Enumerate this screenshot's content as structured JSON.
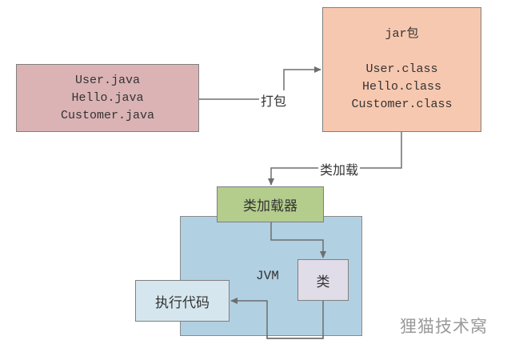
{
  "diagram": {
    "source_box": {
      "lines": [
        "User.java",
        "Hello.java",
        "Customer.java"
      ]
    },
    "jar_box": {
      "title": "jar包",
      "lines": [
        "User.class",
        "Hello.class",
        "Customer.class"
      ]
    },
    "class_loader_box": {
      "label": "类加载器"
    },
    "jvm_box": {
      "label": "JVM"
    },
    "class_box": {
      "label": "类"
    },
    "execute_box": {
      "label": "执行代码"
    },
    "edges": {
      "package_label": "打包",
      "load_label": "类加载"
    },
    "colors": {
      "source": "#dbb3b5",
      "jar": "#f7c8b0",
      "class_loader": "#b4cc8c",
      "jvm": "#b1d0e2",
      "class": "#e0dce8",
      "execute": "#d6e6ee",
      "line": "#6e6e6e"
    }
  },
  "watermark": "狸猫技术窝"
}
